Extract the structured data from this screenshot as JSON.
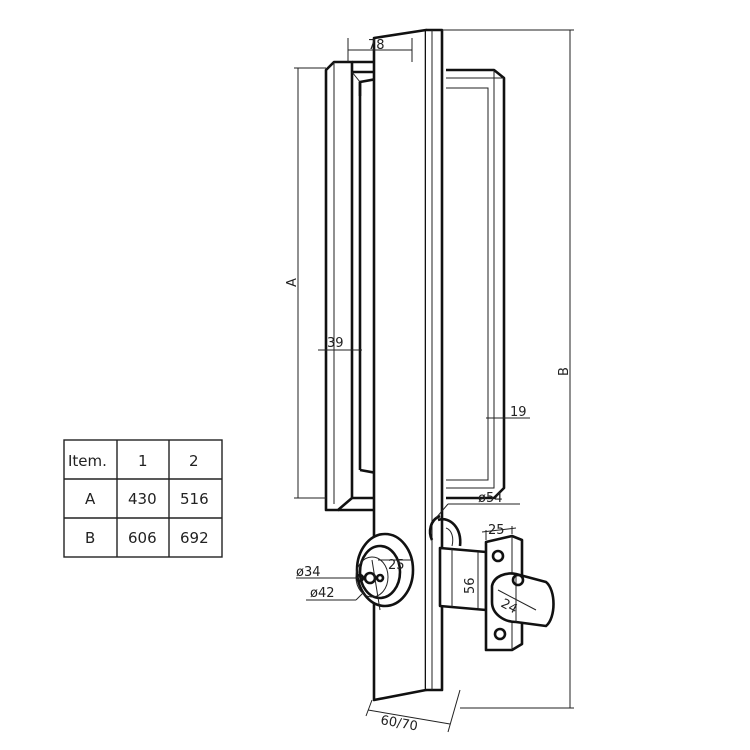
{
  "drawing": {
    "dimensions": {
      "d78": "78",
      "dA": "A",
      "d39": "39",
      "d19": "19",
      "dB": "B",
      "d54": "ø54",
      "d25top": "25",
      "d56": "56",
      "d24": "24",
      "d25rose": "25",
      "d34": "ø34",
      "d42": "ø42",
      "d6070": "60/70"
    },
    "table": {
      "header": [
        "Item.",
        "1",
        "2"
      ],
      "rows": [
        [
          "A",
          "430",
          "516"
        ],
        [
          "B",
          "606",
          "692"
        ]
      ]
    }
  }
}
